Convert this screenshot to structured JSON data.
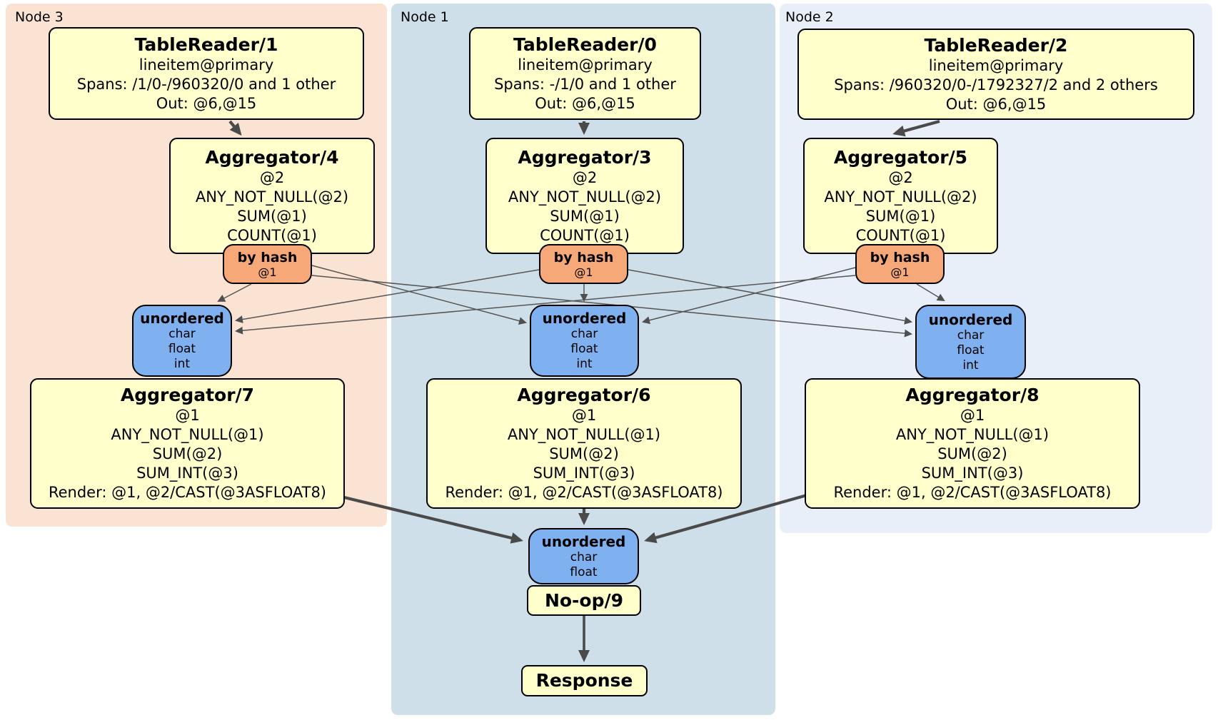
{
  "colors": {
    "canvas_bg": "#ffffff",
    "node3_panel_bg": "#fbe3d4",
    "node1_panel_bg": "#cfdfe9",
    "node2_panel_bg": "#e9eff9",
    "processor_box_bg": "#ffffcc",
    "router_box_bg": "#f7a878",
    "sync_box_bg": "#7fb1f0",
    "edge_color": "#4a4a4a"
  },
  "node3": {
    "label": "Node 3",
    "table_reader": {
      "title": "TableReader/1",
      "lines": [
        "lineitem@primary",
        "Spans: /1/0-/960320/0 and 1 other",
        "Out: @6,@15"
      ]
    },
    "aggregator_top": {
      "title": "Aggregator/4",
      "lines": [
        "@2",
        "ANY_NOT_NULL(@2)",
        "SUM(@1)",
        "COUNT(@1)"
      ]
    },
    "router": {
      "title": "by hash",
      "detail": "@1"
    },
    "sync": {
      "title": "unordered",
      "lines": [
        "char",
        "float",
        "int"
      ]
    },
    "aggregator_bottom": {
      "title": "Aggregator/7",
      "lines": [
        "@1",
        "ANY_NOT_NULL(@1)",
        "SUM(@2)",
        "SUM_INT(@3)",
        "Render: @1, @2/CAST(@3ASFLOAT8)"
      ]
    }
  },
  "node1": {
    "label": "Node 1",
    "table_reader": {
      "title": "TableReader/0",
      "lines": [
        "lineitem@primary",
        "Spans: -/1/0 and 1 other",
        "Out: @6,@15"
      ]
    },
    "aggregator_top": {
      "title": "Aggregator/3",
      "lines": [
        "@2",
        "ANY_NOT_NULL(@2)",
        "SUM(@1)",
        "COUNT(@1)"
      ]
    },
    "router": {
      "title": "by hash",
      "detail": "@1"
    },
    "sync": {
      "title": "unordered",
      "lines": [
        "char",
        "float",
        "int"
      ]
    },
    "aggregator_bottom": {
      "title": "Aggregator/6",
      "lines": [
        "@1",
        "ANY_NOT_NULL(@1)",
        "SUM(@2)",
        "SUM_INT(@3)",
        "Render: @1, @2/CAST(@3ASFLOAT8)"
      ]
    },
    "final_sync": {
      "title": "unordered",
      "lines": [
        "char",
        "float"
      ]
    },
    "noop": {
      "title": "No-op/9"
    },
    "response": {
      "title": "Response"
    }
  },
  "node2": {
    "label": "Node 2",
    "table_reader": {
      "title": "TableReader/2",
      "lines": [
        "lineitem@primary",
        "Spans: /960320/0-/1792327/2 and 2 others",
        "Out: @6,@15"
      ]
    },
    "aggregator_top": {
      "title": "Aggregator/5",
      "lines": [
        "@2",
        "ANY_NOT_NULL(@2)",
        "SUM(@1)",
        "COUNT(@1)"
      ]
    },
    "router": {
      "title": "by hash",
      "detail": "@1"
    },
    "sync": {
      "title": "unordered",
      "lines": [
        "char",
        "float",
        "int"
      ]
    },
    "aggregator_bottom": {
      "title": "Aggregator/8",
      "lines": [
        "@1",
        "ANY_NOT_NULL(@1)",
        "SUM(@2)",
        "SUM_INT(@3)",
        "Render: @1, @2/CAST(@3ASFLOAT8)"
      ]
    }
  }
}
